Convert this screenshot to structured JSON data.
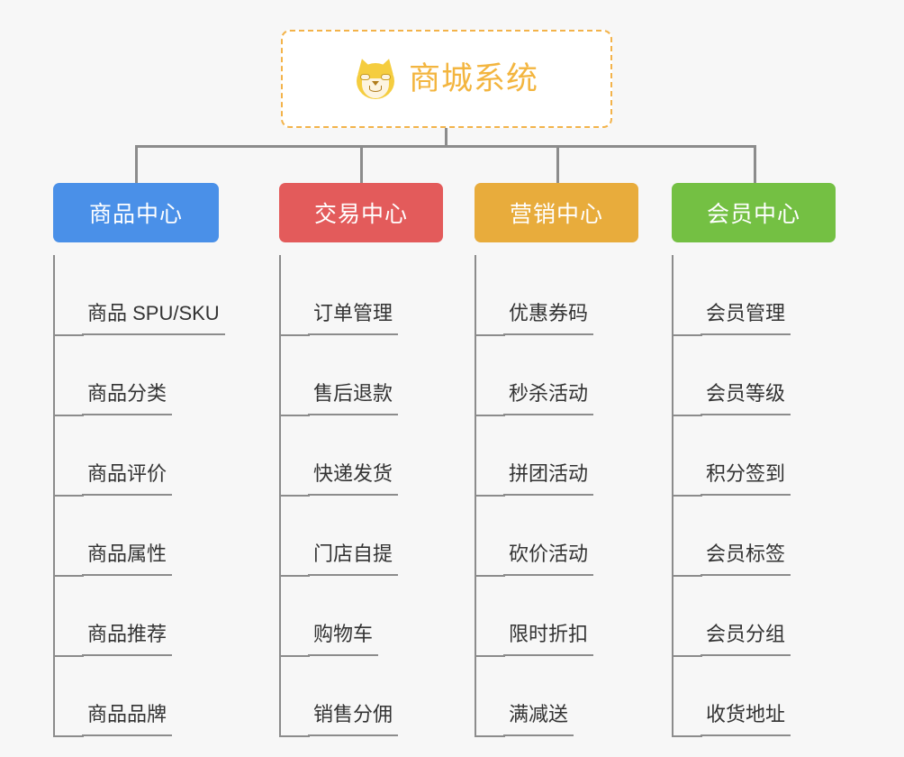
{
  "theme": {
    "canvas_bg": "#f7f7f7",
    "root_border": "#f3b34a",
    "root_text": "#f3b53f",
    "line": "#8c8c8c",
    "leaf_text": "#333333"
  },
  "root": {
    "title": "商城系统",
    "icon": "shiba-dog-icon"
  },
  "categories": [
    {
      "id": "product-center",
      "label": "商品中心",
      "color": "#4a90e8",
      "items": [
        "商品 SPU/SKU",
        "商品分类",
        "商品评价",
        "商品属性",
        "商品推荐",
        "商品品牌"
      ]
    },
    {
      "id": "trade-center",
      "label": "交易中心",
      "color": "#e35b5b",
      "items": [
        "订单管理",
        "售后退款",
        "快递发货",
        "门店自提",
        "购物车",
        "销售分佣"
      ]
    },
    {
      "id": "marketing-center",
      "label": "营销中心",
      "color": "#e8ac3c",
      "items": [
        "优惠券码",
        "秒杀活动",
        "拼团活动",
        "砍价活动",
        "限时折扣",
        "满减送"
      ]
    },
    {
      "id": "member-center",
      "label": "会员中心",
      "color": "#74c043",
      "items": [
        "会员管理",
        "会员等级",
        "积分签到",
        "会员标签",
        "会员分组",
        "收货地址"
      ]
    }
  ]
}
